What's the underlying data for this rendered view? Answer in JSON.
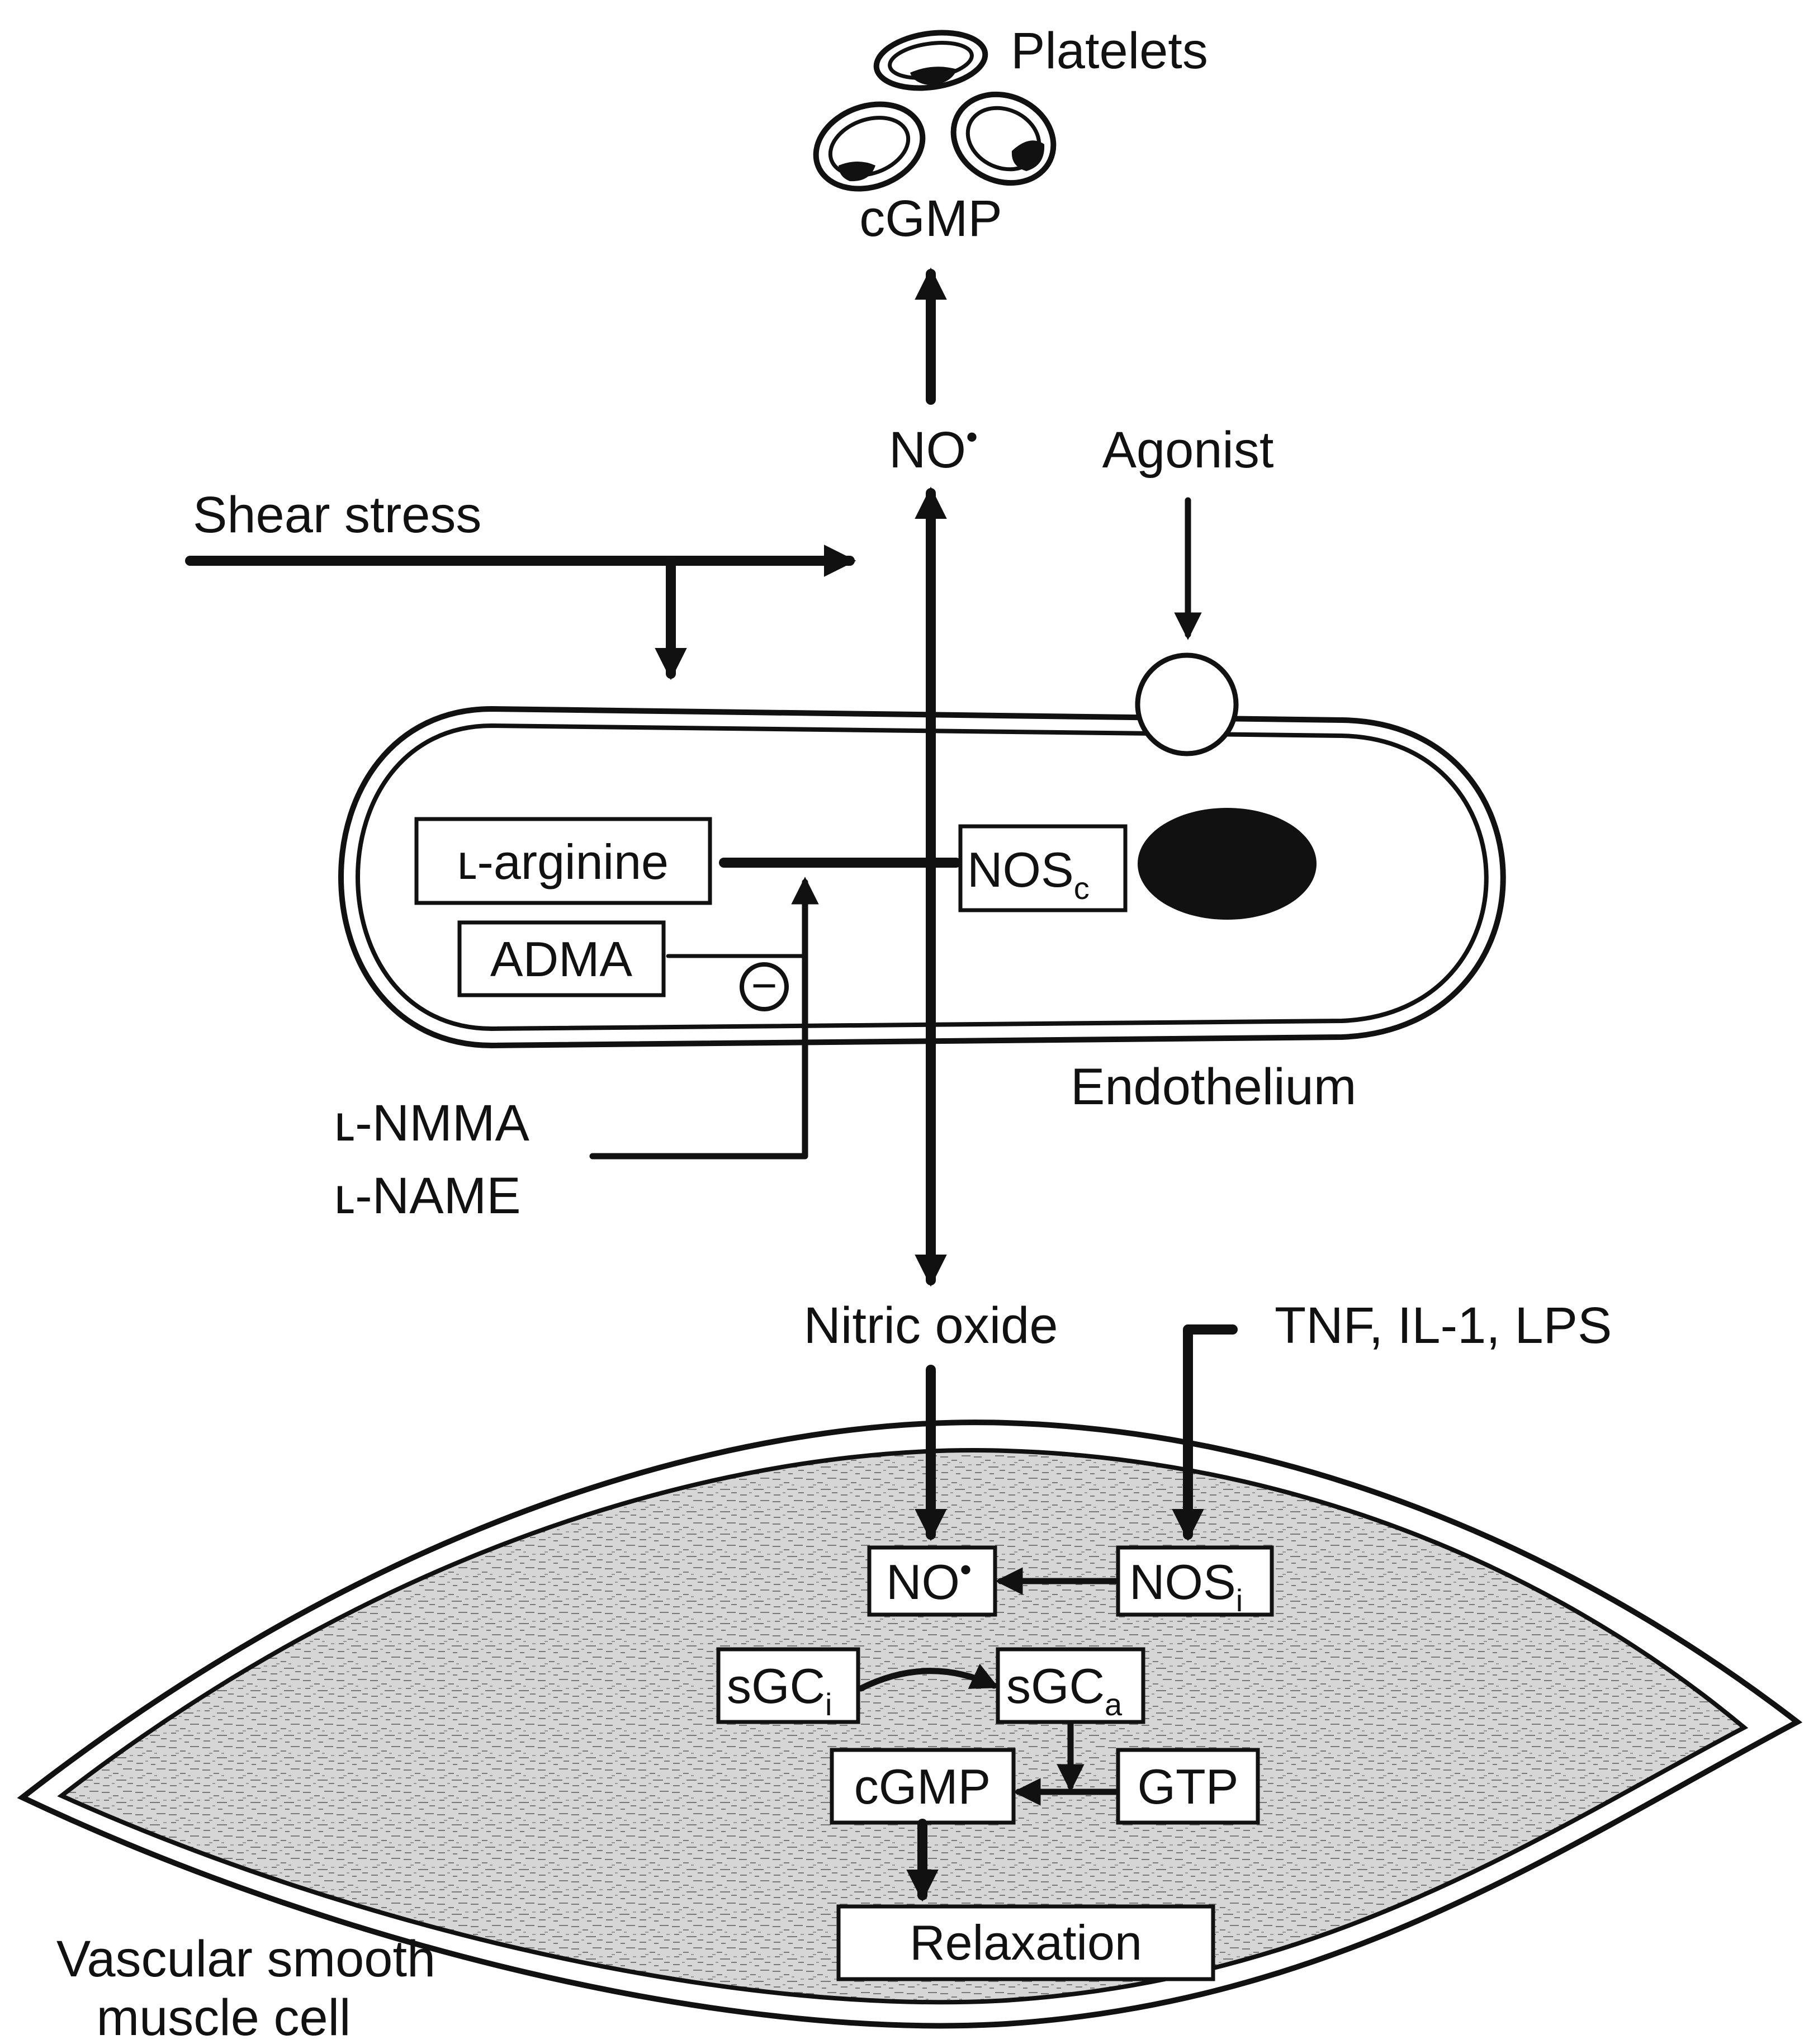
{
  "labels": {
    "platelets": "Platelets",
    "cgmp_top": "cGMP",
    "no_top": "NO",
    "no_top_sup": "•",
    "agonist": "Agonist",
    "shear_stress": "Shear stress",
    "endothelium": "Endothelium",
    "l_nmma": "ʟ-NMMA",
    "l_name": "ʟ-NAME",
    "nitric_oxide": "Nitric oxide",
    "tnf": "TNF, IL-1, LPS",
    "vsmc_line1": "Vascular smooth",
    "vsmc_line2": "muscle cell",
    "inhibit_sign": "−"
  },
  "boxes": {
    "l_arginine": "ʟ-arginine",
    "adma": "ADMA",
    "nos_c": "NOS",
    "nos_c_sub": "c",
    "no_inner": "NO",
    "no_inner_sup": "•",
    "nos_i": "NOS",
    "nos_i_sub": "i",
    "sgc_i": "sGC",
    "sgc_i_sub": "i",
    "sgc_a": "sGC",
    "sgc_a_sub": "a",
    "cgmp": "cGMP",
    "gtp": "GTP",
    "relaxation": "Relaxation"
  },
  "colors": {
    "ink": "#111111",
    "background": "#ffffff",
    "muscle_fill": "#d4d4d4",
    "nucleus": "#111111"
  }
}
